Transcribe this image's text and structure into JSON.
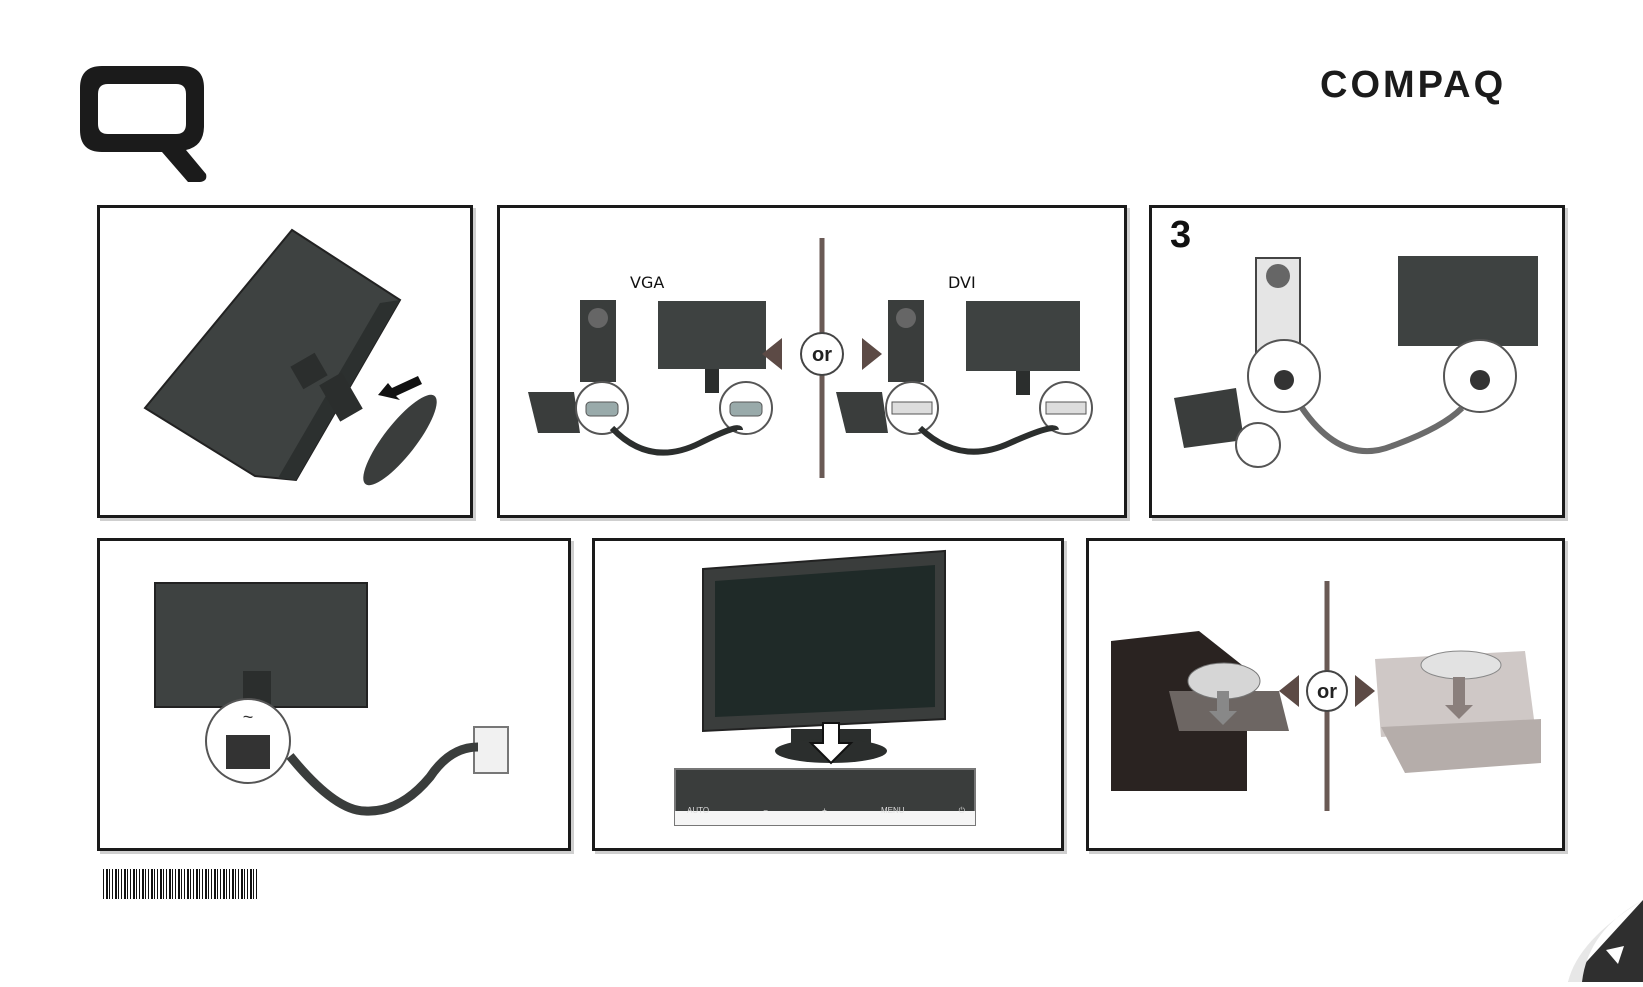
{
  "brand": {
    "wordmark": "COMPAQ",
    "logo_icon": "compaq-q-logo-icon"
  },
  "panels": {
    "p2": {
      "left_label": "VGA",
      "right_label": "DVI",
      "or_text": "or"
    },
    "p3": {
      "step_number": "3"
    },
    "p5": {
      "buttons": [
        "AUTO",
        "−",
        "+",
        "MENU",
        "⏻"
      ]
    },
    "p6": {
      "or_text": "or"
    }
  },
  "footer": {
    "barcode_icon": "barcode-icon",
    "next_page_icon": "page-curl-next-icon"
  }
}
